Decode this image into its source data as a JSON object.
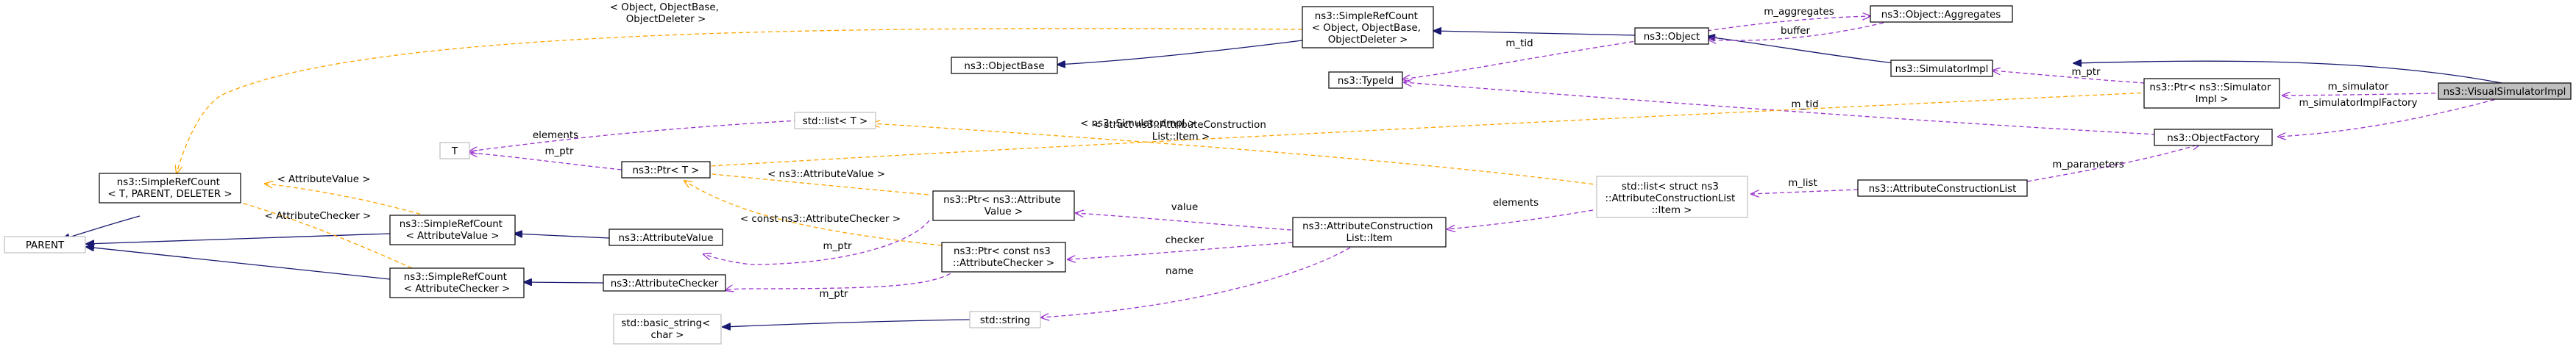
{
  "nodes": {
    "visual_simulator_impl": [
      "ns3::VisualSimulatorImpl"
    ],
    "simulator_impl": [
      "ns3::SimulatorImpl"
    ],
    "object": [
      "ns3::Object"
    ],
    "object_base": [
      "ns3::ObjectBase"
    ],
    "simple_ref_count_object": [
      "ns3::SimpleRefCount",
      "< Object, ObjectBase,",
      "ObjectDeleter >"
    ],
    "aggregates": [
      "ns3::Object::Aggregates"
    ],
    "type_id": [
      "ns3::TypeId"
    ],
    "ptr_simulator_impl": [
      "ns3::Ptr< ns3::Simulator",
      "Impl >"
    ],
    "object_factory": [
      "ns3::ObjectFactory"
    ],
    "attr_construction_list": [
      "ns3::AttributeConstructionList"
    ],
    "std_list_item": [
      "std::list< struct ns3",
      "::AttributeConstructionList",
      "::Item >"
    ],
    "std_list_t": [
      "std::list< T >"
    ],
    "t": [
      "T"
    ],
    "ptr_t": [
      "ns3::Ptr< T >"
    ],
    "acl_item": [
      "ns3::AttributeConstruction",
      "List::Item"
    ],
    "ptr_attr_value": [
      "ns3::Ptr< ns3::Attribute",
      "Value >"
    ],
    "ptr_attr_checker": [
      "ns3::Ptr< const ns3",
      "::AttributeChecker >"
    ],
    "std_string": [
      "std::string"
    ],
    "basic_string": [
      "std::basic_string<",
      "char >"
    ],
    "attribute_value": [
      "ns3::AttributeValue"
    ],
    "attribute_checker": [
      "ns3::AttributeChecker"
    ],
    "srf_attr_value": [
      "ns3::SimpleRefCount",
      "< AttributeValue >"
    ],
    "srf_attr_checker": [
      "ns3::SimpleRefCount",
      "< AttributeChecker >"
    ],
    "srf_template": [
      "ns3::SimpleRefCount",
      "< T, PARENT, DELETER >"
    ],
    "parent": [
      "PARENT"
    ]
  },
  "edge_labels": {
    "object_deleter_args": [
      "< Object, ObjectBase,",
      "ObjectDeleter >"
    ],
    "m_aggregates": [
      "m_aggregates"
    ],
    "buffer": [
      "buffer"
    ],
    "m_tid_object": [
      "m_tid"
    ],
    "m_ptr_sim": [
      "m_ptr"
    ],
    "m_simulator": [
      "m_simulator"
    ],
    "m_simulator_impl_factory": [
      "m_simulatorImplFactory"
    ],
    "m_tid_factory": [
      "m_tid"
    ],
    "struct_acl_item": [
      "< struct ns3::AttributeConstruction",
      "List::Item >"
    ],
    "simulator_impl_arg": [
      "< ns3::SimulatorImpl >"
    ],
    "elements_t": [
      "elements"
    ],
    "m_ptr_t": [
      "m_ptr"
    ],
    "attr_value_arg": [
      "< ns3::AttributeValue >"
    ],
    "const_checker_arg": [
      "< const ns3::AttributeChecker >"
    ],
    "m_parameters": [
      "m_parameters"
    ],
    "m_list": [
      "m_list"
    ],
    "elements_item": [
      "elements"
    ],
    "value": [
      "value"
    ],
    "checker": [
      "checker"
    ],
    "name": [
      "name"
    ],
    "m_ptr_value": [
      "m_ptr"
    ],
    "m_ptr_checker": [
      "m_ptr"
    ],
    "attribute_value_arg": [
      "< AttributeValue >"
    ],
    "attribute_checker_arg": [
      "< AttributeChecker >"
    ]
  },
  "legend": {
    "inheritance_color": "#191970",
    "usage_color": "#9a32cd",
    "template_color": "#ffa500",
    "focus_fill": "#bfbfbf"
  }
}
